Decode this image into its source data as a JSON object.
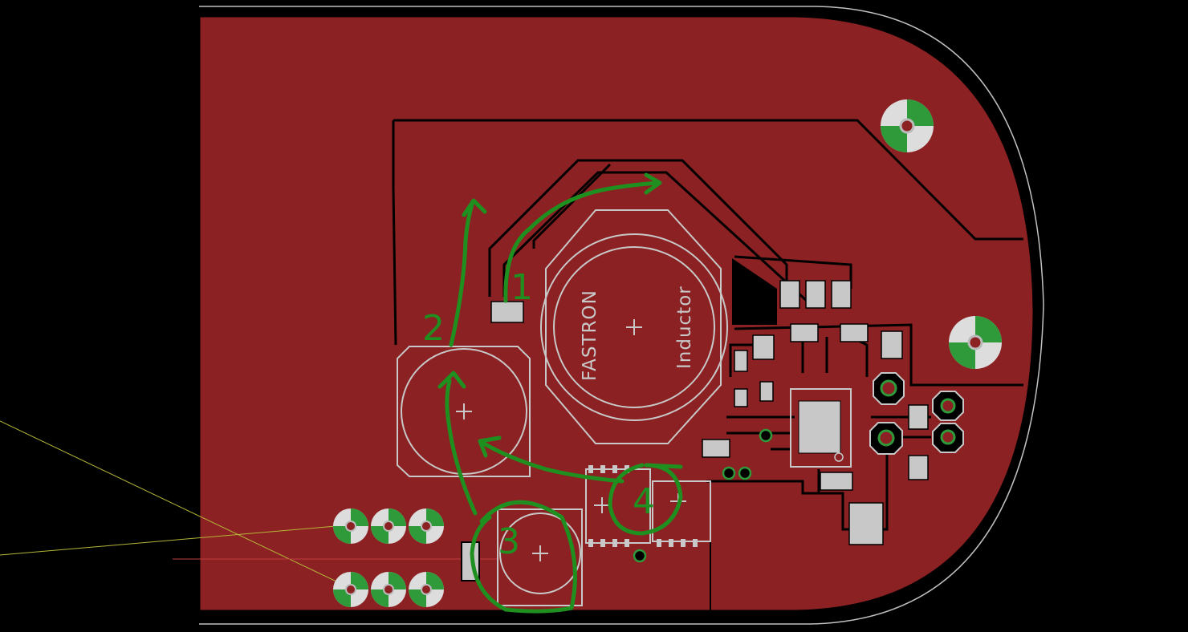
{
  "board": {
    "inductor_labels": {
      "brand": "FASTRON",
      "type": "Inductor"
    },
    "annotations": [
      {
        "id": "1",
        "label": "1"
      },
      {
        "id": "2",
        "label": "2"
      },
      {
        "id": "3",
        "label": "3"
      },
      {
        "id": "4",
        "label": "4"
      }
    ]
  },
  "colors": {
    "background": "#000000",
    "copper_fill": "#8b2122",
    "trace_outline": "#000000",
    "silkscreen": "#c8c8c8",
    "pad": "#c8c8c8",
    "via_ring": "#2e9a3a",
    "annotation": "#1f8f1f",
    "airwire": "#b5b53a",
    "board_outline": "#c0c0c0"
  }
}
